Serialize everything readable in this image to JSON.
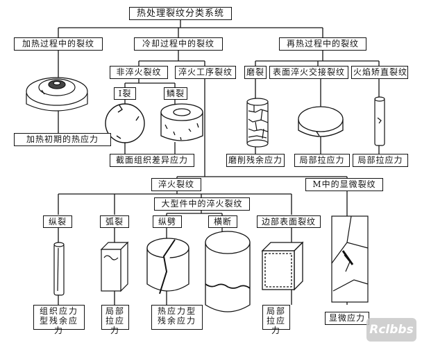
{
  "title": "热处理裂纹分类系统",
  "categories": {
    "heating": "加热过程中的裂纹",
    "cooling": "冷却过程中的裂纹",
    "reheating": "再热过程中的裂纹"
  },
  "subcats": {
    "non_quench": "非淬火裂纹",
    "quench_process": "淬火工序裂纹",
    "grinding": "磨裂",
    "surface_quench": "表面淬火交接裂纹",
    "flame_straighten": "火焰矫直裂纹"
  },
  "minor": {
    "i_crack": "I裂",
    "scale_crack": "鳞裂"
  },
  "causes": {
    "heating_initial": "加热初期的热应力",
    "section_diff": "截面组织差异应力",
    "grinding_residual": "磨削残余应力",
    "local_tension_1": "局部拉应力",
    "local_tension_2": "局部拉应力"
  },
  "quench": {
    "label": "淬火裂纹",
    "micro": "M中的显微裂纹",
    "large_parts": "大型件中的淬火裂纹"
  },
  "crack_types": {
    "longitudinal": "纵裂",
    "arc": "弧裂",
    "long_split": "纵劈",
    "transverse": "横断",
    "edge_surface": "边部表面裂纹"
  },
  "bottom_causes": {
    "structural": "组织应力型残余应力",
    "local_a": "局部拉应力",
    "thermal": "热应力型残余应力",
    "local_b": "局部拉应力",
    "micro": "显微应力"
  },
  "watermark": "Rclbbs"
}
